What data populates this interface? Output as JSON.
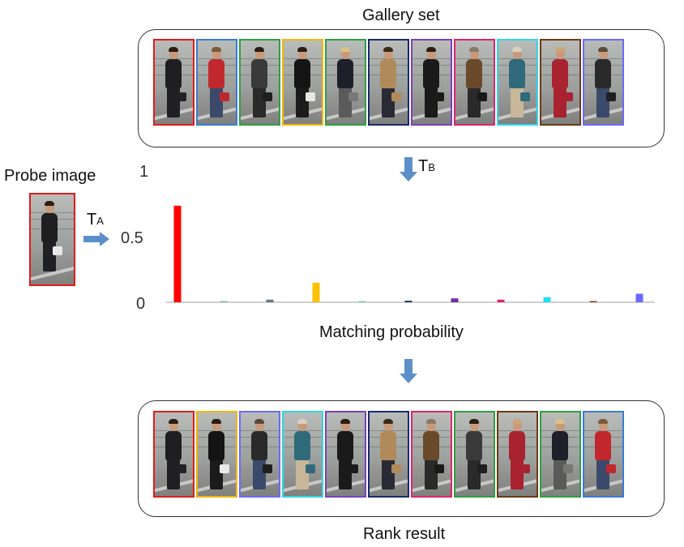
{
  "titles": {
    "gallery": "Gallery set",
    "probe": "Probe image",
    "matching": "Matching probability",
    "rank": "Rank result"
  },
  "transforms": {
    "a_main": "T",
    "a_sub": "A",
    "b_main": "T",
    "b_sub": "B"
  },
  "probe": {
    "color": "#e41a1c",
    "person": {
      "shirt": "#1f1f22",
      "legs": "#202024",
      "hair": "#2a1d14",
      "bag": "#e8e8e8"
    }
  },
  "gallery": [
    {
      "color": "#e41a1c",
      "shirt": "#1f1f22",
      "legs": "#202024",
      "hair": "#2a1d14",
      "bag": "#222"
    },
    {
      "color": "#3a7bd5",
      "shirt": "#c0282e",
      "legs": "#3b4a6b",
      "hair": "#7a5a3a",
      "bag": "#c0282e"
    },
    {
      "color": "#2f9e44",
      "shirt": "#3a3a3a",
      "legs": "#2a2a2a",
      "hair": "#2a1d14",
      "bag": "#1f1f1f"
    },
    {
      "color": "#f2b705",
      "shirt": "#141414",
      "legs": "#1b1b1b",
      "hair": "#2a1d14",
      "bag": "#e8e8e8"
    },
    {
      "color": "#2f9e44",
      "shirt": "#1d1f2a",
      "legs": "#5a5a5a",
      "hair": "#d8c48a",
      "bag": "#777"
    },
    {
      "color": "#1a2a6c",
      "shirt": "#b08a5a",
      "legs": "#2a2a35",
      "hair": "#3a2a1a",
      "bag": "#b08a5a"
    },
    {
      "color": "#7b3fbf",
      "shirt": "#1a1a1a",
      "legs": "#1a1a1a",
      "hair": "#2a1d14",
      "bag": "#1a1a1a"
    },
    {
      "color": "#e0246c",
      "shirt": "#6a4a2a",
      "legs": "#2a2a2a",
      "hair": "#8a7a6a",
      "bag": "#1a1a1a"
    },
    {
      "color": "#2fd6e8",
      "shirt": "#2f6a7a",
      "legs": "#c9b79a",
      "hair": "#d9d2c2",
      "bag": "#2f6a7a"
    },
    {
      "color": "#6b3a14",
      "shirt": "#a8232f",
      "legs": "#a8232f",
      "hair": "#c9a67a",
      "bag": "#a8232f"
    },
    {
      "color": "#6a6aff",
      "shirt": "#2a2a2a",
      "legs": "#3a4a6a",
      "hair": "#5a4a3a",
      "bag": "#1f1f1f"
    }
  ],
  "rank_order": [
    0,
    3,
    10,
    8,
    6,
    5,
    7,
    2,
    9,
    4,
    1
  ],
  "chart_data": {
    "type": "bar",
    "title": "Matching probability",
    "yticks": [
      "1",
      "0.5",
      "0"
    ],
    "ylim": [
      0,
      1
    ],
    "values": [
      0.74,
      0.005,
      0.02,
      0.15,
      0.005,
      0.012,
      0.03,
      0.02,
      0.04,
      0.008,
      0.065
    ],
    "colors": [
      "#ff0000",
      "#7fb8b0",
      "#5a7a8a",
      "#ffc000",
      "#7fd0a0",
      "#1f3a6a",
      "#7030a0",
      "#e0246c",
      "#1fe0f0",
      "#8b4513",
      "#6a6aff"
    ],
    "grid": false
  }
}
